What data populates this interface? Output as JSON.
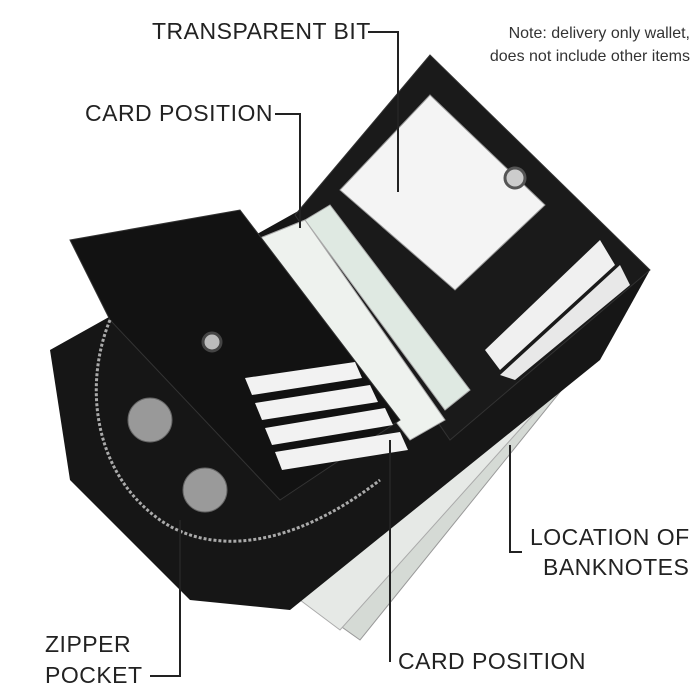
{
  "labels": {
    "transparent_bit": "TRANSPARENT BIT",
    "card_position_top": "CARD POSITION",
    "location_of_banknotes_line1": "LOCATION OF",
    "location_of_banknotes_line2": "BANKNOTES",
    "zipper_pocket_line1": "ZIPPER",
    "zipper_pocket_line2": "POCKET",
    "card_position_bottom": "CARD POSITION"
  },
  "note": {
    "line1": "Note: delivery only wallet,",
    "line2": "does not include other items"
  },
  "colors": {
    "leather": "#151515",
    "card_slot": "#f2f2f2",
    "banknote": "#d9ded9",
    "leader_line": "#222222"
  }
}
